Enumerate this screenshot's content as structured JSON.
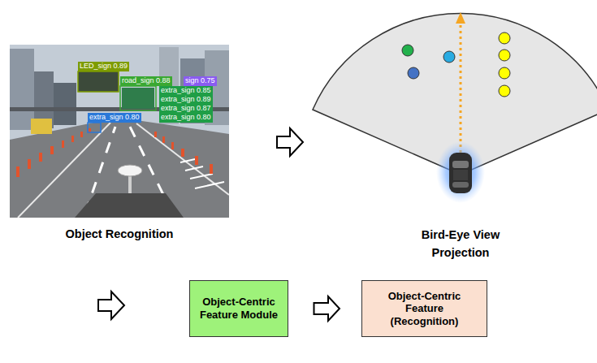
{
  "diagram": {
    "nodes": [
      {
        "text": [
          "Object-Centric Feature Module"
        ]
      },
      {
        "text": [
          "Object-Centric Feature (Recognition)"
        ]
      }
    ],
    "edges": [
      {
        "from": 0,
        "to": 1,
        "arrow": "to"
      }
    ],
    "labels": [
      "LED_sign 0.89",
      "road_sign 0.88",
      "sign 0.75",
      "extra_sign 0.85",
      "extra_sign 0.89",
      "extra_sign 0.87",
      "extra_sign 0.80",
      "extra_sign 0.80",
      "Object Recognition",
      "Bird-Eye View Projection"
    ]
  }
}
